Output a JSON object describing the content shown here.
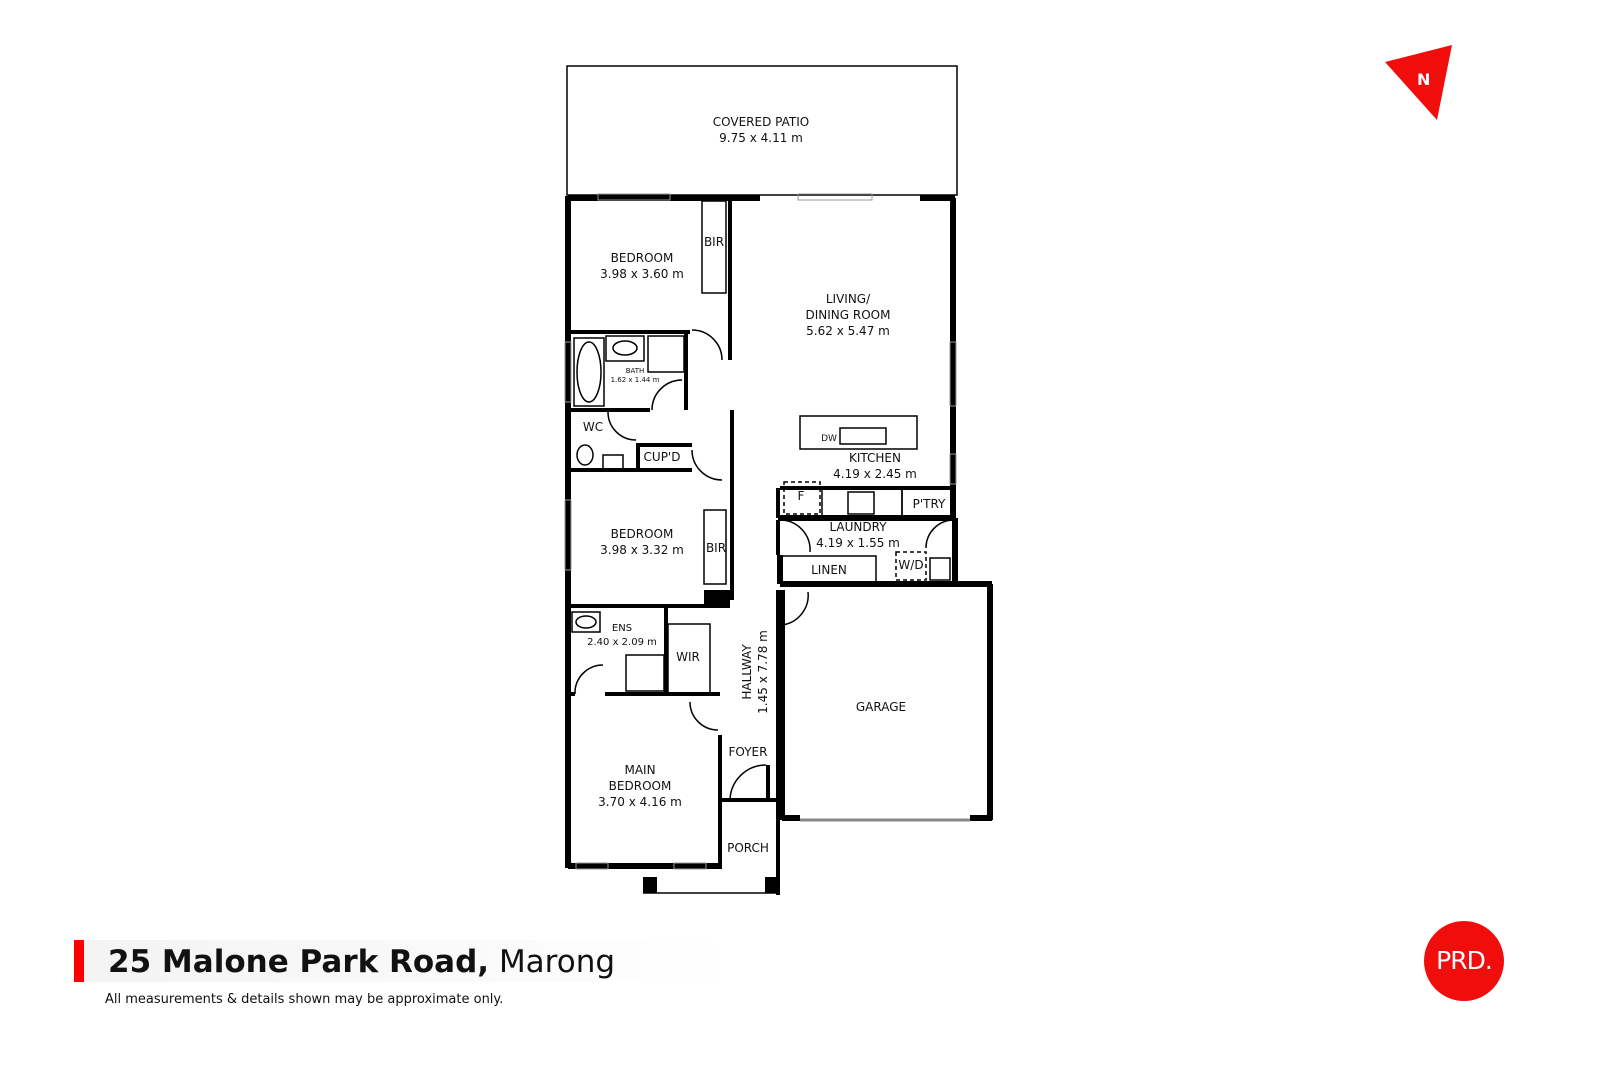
{
  "rooms": {
    "patio": {
      "name": "COVERED PATIO",
      "dims": "9.75 x 4.11 m"
    },
    "bedroom1": {
      "name": "BEDROOM",
      "dims": "3.98 x 3.60 m"
    },
    "bir1": {
      "name": "BIR"
    },
    "living": {
      "name1": "LIVING/",
      "name2": "DINING ROOM",
      "dims": "5.62 x 5.47 m"
    },
    "bath": {
      "name": "BATH",
      "dims": "1.62 x 1.44 m"
    },
    "wc": {
      "name": "WC"
    },
    "cupd": {
      "name": "CUP'D"
    },
    "kitchen": {
      "name": "KITCHEN",
      "dims": "4.19 x 2.45 m",
      "dw": "DW",
      "fridge": "F",
      "pantry": "P'TRY"
    },
    "laundry": {
      "name": "LAUNDRY",
      "dims": "4.19 x 1.55 m",
      "wd": "W/D"
    },
    "linen": {
      "name": "LINEN"
    },
    "bedroom2": {
      "name": "BEDROOM",
      "dims": "3.98 x 3.32 m"
    },
    "bir2": {
      "name": "BIR"
    },
    "ens": {
      "name": "ENS",
      "dims": "2.40 x 2.09 m"
    },
    "wir": {
      "name": "WIR"
    },
    "hallway": {
      "name": "HALLWAY",
      "dims": "1.45 x 7.78 m"
    },
    "garage": {
      "name": "GARAGE"
    },
    "foyer": {
      "name": "FOYER"
    },
    "main_bedroom": {
      "name1": "MAIN",
      "name2": "BEDROOM",
      "dims": "3.70 x 4.16 m"
    },
    "porch": {
      "name": "PORCH"
    }
  },
  "compass": {
    "label": "N",
    "color": "#f20d0d"
  },
  "address": {
    "street": "25 Malone Park Road,",
    "suburb": "Marong"
  },
  "disclaimer": "All measurements & details shown may be approximate only.",
  "logo": {
    "text": "PRD.",
    "color": "#f20d0d"
  }
}
